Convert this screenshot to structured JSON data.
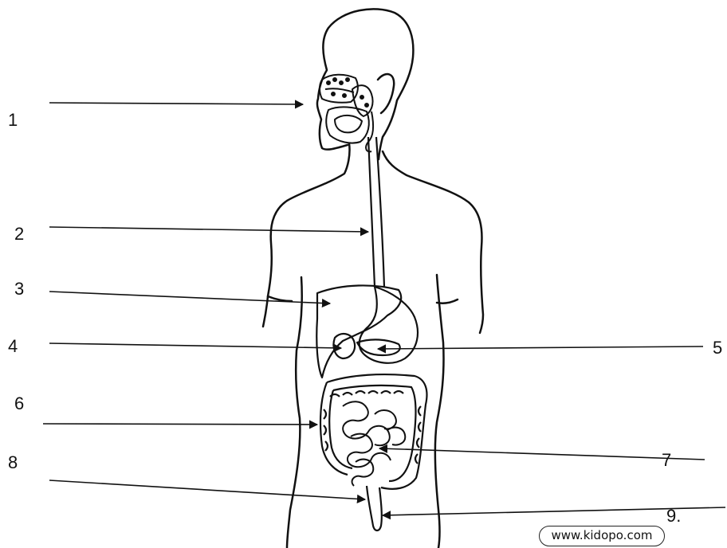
{
  "labels": {
    "l1": "1",
    "l2": "2",
    "l3": "3",
    "l4": "4",
    "l5": "5",
    "l6": "6",
    "l7": "7",
    "l8": "8",
    "l9": "9."
  },
  "watermark": "www.kidopo.com",
  "colors": {
    "line": "#111111",
    "background": "#ffffff"
  }
}
